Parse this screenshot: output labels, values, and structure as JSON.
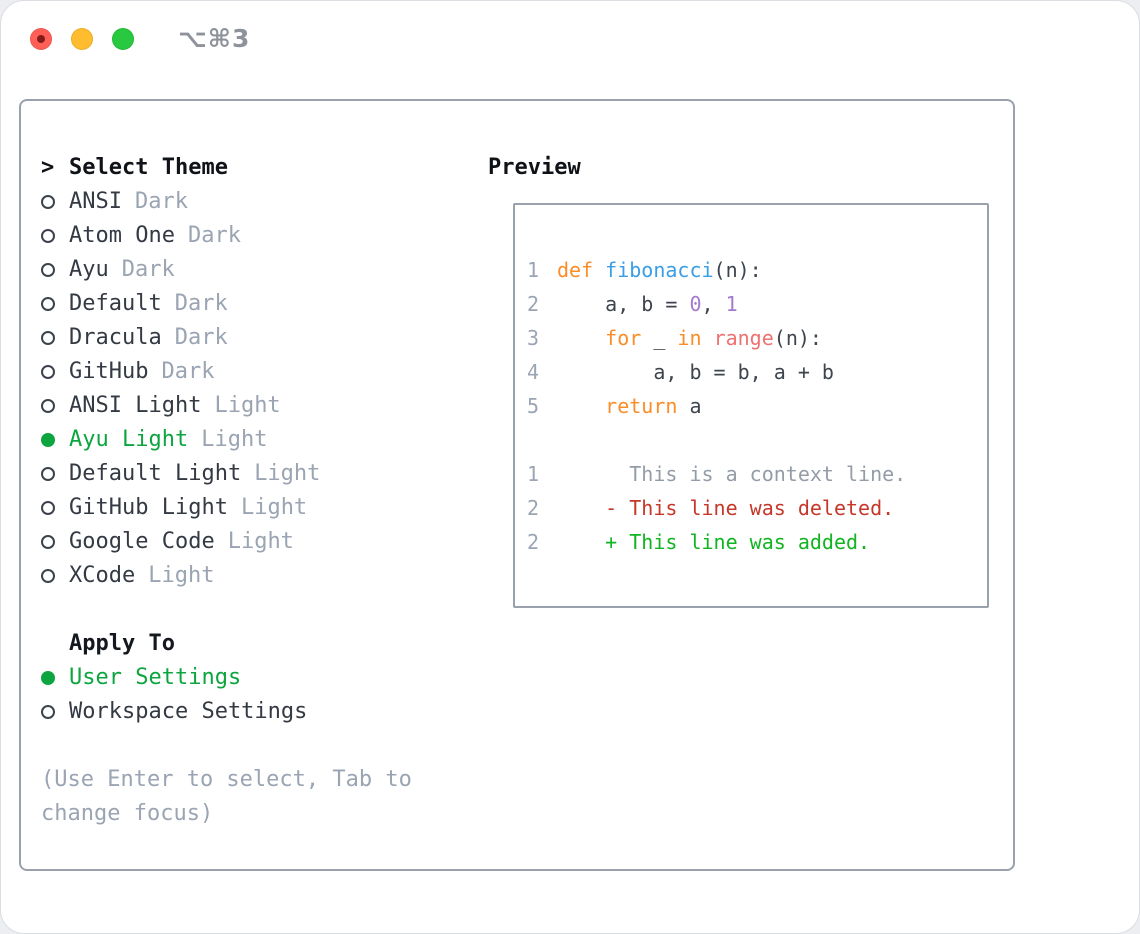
{
  "titlebar": {
    "shortcut": "⌥⌘3",
    "close_has_unsaved_dot": true
  },
  "theme_picker": {
    "prompt": ">",
    "header": "Select Theme",
    "themes": [
      {
        "name": "ANSI",
        "variant": "Dark",
        "selected": false
      },
      {
        "name": "Atom One",
        "variant": "Dark",
        "selected": false
      },
      {
        "name": "Ayu",
        "variant": "Dark",
        "selected": false
      },
      {
        "name": "Default",
        "variant": "Dark",
        "selected": false
      },
      {
        "name": "Dracula",
        "variant": "Dark",
        "selected": false
      },
      {
        "name": "GitHub",
        "variant": "Dark",
        "selected": false
      },
      {
        "name": "ANSI Light",
        "variant": "Light",
        "selected": false
      },
      {
        "name": "Ayu Light",
        "variant": "Light",
        "selected": true
      },
      {
        "name": "Default Light",
        "variant": "Light",
        "selected": false
      },
      {
        "name": "GitHub Light",
        "variant": "Light",
        "selected": false
      },
      {
        "name": "Google Code",
        "variant": "Light",
        "selected": false
      },
      {
        "name": "XCode",
        "variant": "Light",
        "selected": false
      }
    ]
  },
  "apply_to": {
    "header": "Apply To",
    "options": [
      {
        "name": "User Settings",
        "selected": true
      },
      {
        "name": "Workspace Settings",
        "selected": false
      }
    ]
  },
  "help_text": "(Use Enter to select, Tab to change focus)",
  "preview": {
    "header": "Preview",
    "code_lines": [
      {
        "num": "1",
        "tokens": [
          {
            "t": "def ",
            "c": "kw"
          },
          {
            "t": "fibonacci",
            "c": "fn"
          },
          {
            "t": "(n):",
            "c": "pl"
          }
        ]
      },
      {
        "num": "2",
        "tokens": [
          {
            "t": "    a, b = ",
            "c": "pl"
          },
          {
            "t": "0",
            "c": "num"
          },
          {
            "t": ", ",
            "c": "pl"
          },
          {
            "t": "1",
            "c": "num"
          }
        ]
      },
      {
        "num": "3",
        "tokens": [
          {
            "t": "    ",
            "c": "pl"
          },
          {
            "t": "for",
            "c": "kw"
          },
          {
            "t": " _ ",
            "c": "pl"
          },
          {
            "t": "in",
            "c": "kw"
          },
          {
            "t": " ",
            "c": "pl"
          },
          {
            "t": "range",
            "c": "call"
          },
          {
            "t": "(n):",
            "c": "pl"
          }
        ]
      },
      {
        "num": "4",
        "tokens": [
          {
            "t": "        a, b = b, a + b",
            "c": "pl"
          }
        ]
      },
      {
        "num": "5",
        "tokens": [
          {
            "t": "    ",
            "c": "pl"
          },
          {
            "t": "return",
            "c": "kw"
          },
          {
            "t": " a",
            "c": "pl"
          }
        ]
      },
      {
        "num": "",
        "tokens": []
      },
      {
        "num": "1",
        "tokens": [
          {
            "t": "      This is a context line.",
            "c": "ctx"
          }
        ]
      },
      {
        "num": "2",
        "tokens": [
          {
            "t": "    - This line was deleted.",
            "c": "del"
          }
        ]
      },
      {
        "num": "2",
        "tokens": [
          {
            "t": "    + This line was added.",
            "c": "add"
          }
        ]
      }
    ]
  },
  "colors": {
    "selection_green": "#0ca53f",
    "diff_added_green": "#12b422",
    "diff_deleted_red": "#c53728",
    "keyword_orange": "#fa8d27",
    "function_blue": "#399ee6",
    "constant_purple": "#a37acc",
    "call_salmon": "#f07171",
    "muted_gray": "#9aa4b2",
    "text_dark": "#343a43",
    "panel_border": "#99a1ad",
    "traffic_red": "#ff5f57",
    "traffic_yellow": "#febc2e",
    "traffic_green": "#28c840"
  }
}
